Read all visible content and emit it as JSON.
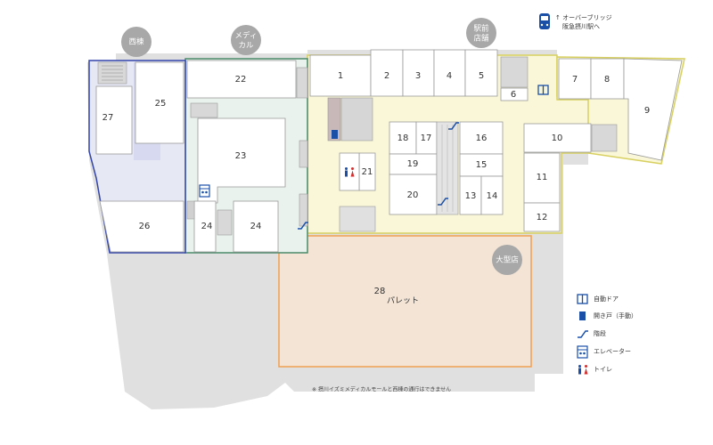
{
  "zones": {
    "west": "西棟",
    "medical_1": "メディ",
    "medical_2": "カル",
    "ekimae_1": "駅前",
    "ekimae_2": "店舗",
    "daigata": "大型店"
  },
  "bridge": {
    "line1": "↑ オーバーブリッジ",
    "line2": "阪急摂川駅へ"
  },
  "units": {
    "u1": "1",
    "u2": "2",
    "u3": "3",
    "u4": "4",
    "u5": "5",
    "u6": "6",
    "u7": "7",
    "u8": "8",
    "u9": "9",
    "u10": "10",
    "u11": "11",
    "u12": "12",
    "u13": "13",
    "u14": "14",
    "u15": "15",
    "u16": "16",
    "u17": "17",
    "u18": "18",
    "u19": "19",
    "u20": "20",
    "u21": "21",
    "u22": "22",
    "u23": "23",
    "u24a": "24",
    "u24b": "24",
    "u25": "25",
    "u26": "26",
    "u27": "27",
    "u28": "28"
  },
  "pallet_label": "パレット",
  "legend": {
    "auto_door": "自動ドア",
    "manual_door": "開き戸（手動）",
    "stairs": "階段",
    "elevator": "エレベーター",
    "toilet": "トイレ"
  },
  "note": "※ 摂川イズミメディカルモールと西棟の通行はできません",
  "colors": {
    "west_border": "#3344aa",
    "medical_border": "#4a8a6a",
    "station_border": "#d8d060",
    "pallet_border": "#f0a050",
    "icon_blue": "#1a4fa8",
    "toilet_red": "#d03030"
  }
}
